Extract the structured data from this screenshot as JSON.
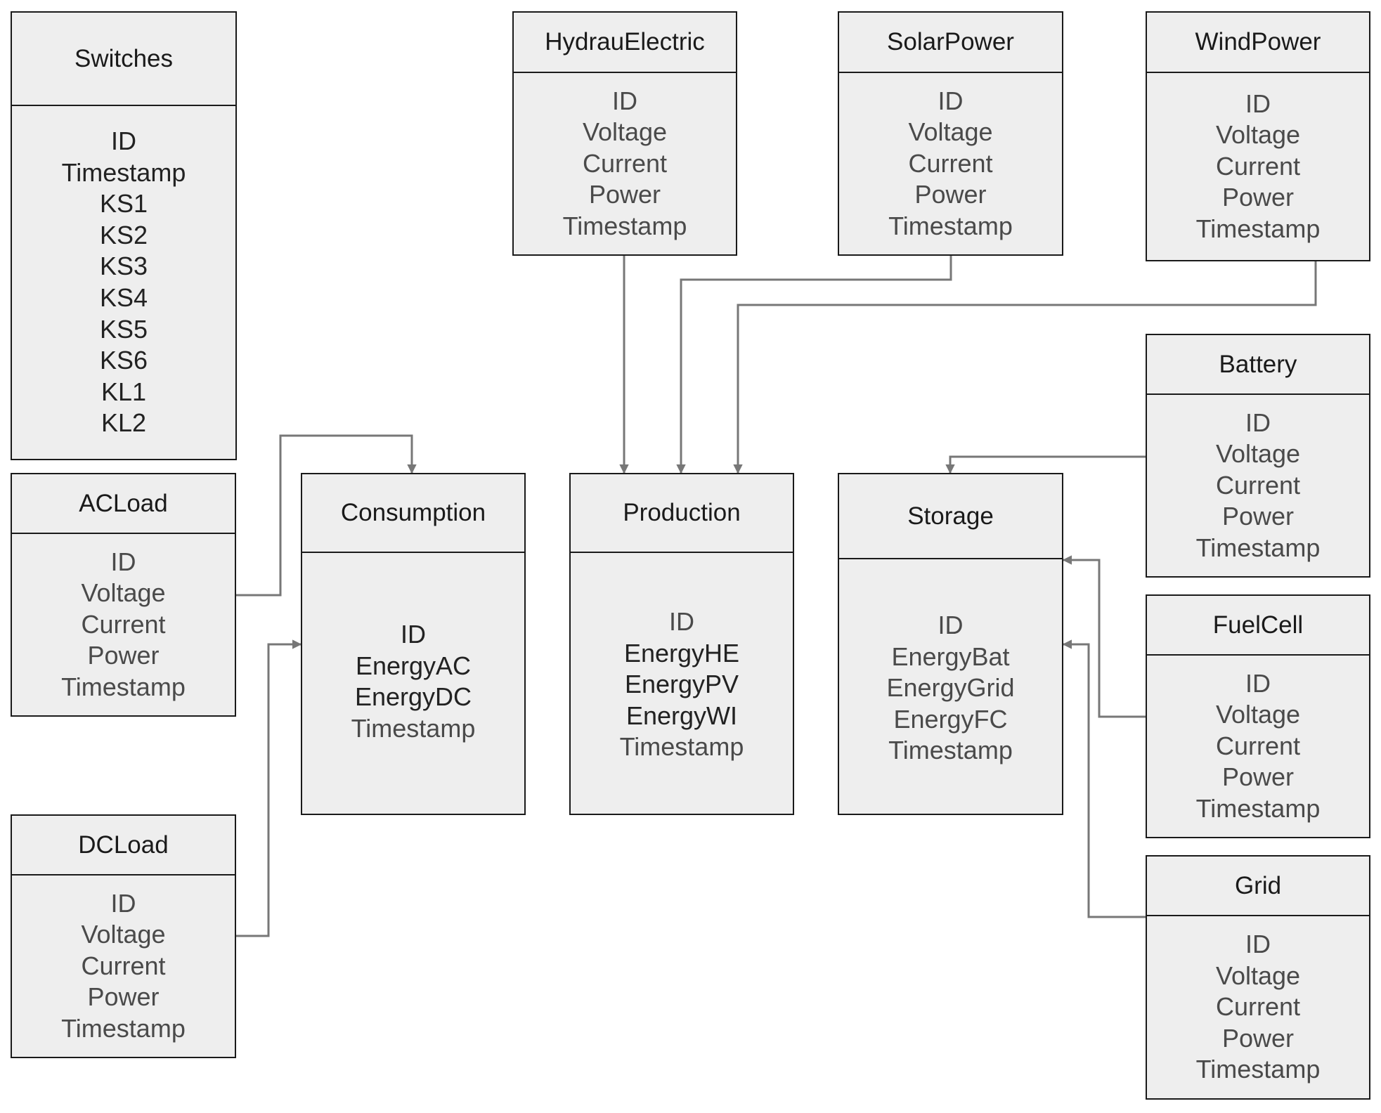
{
  "entities": {
    "switches": {
      "name": "Switches",
      "fields": [
        "ID",
        "Timestamp",
        "KS1",
        "KS2",
        "KS3",
        "KS4",
        "KS5",
        "KS6",
        "KL1",
        "KL2"
      ]
    },
    "hydraulelectric": {
      "name": "HydrauElectric",
      "fields": [
        "ID",
        "Voltage",
        "Current",
        "Power",
        "Timestamp"
      ]
    },
    "solarpower": {
      "name": "SolarPower",
      "fields": [
        "ID",
        "Voltage",
        "Current",
        "Power",
        "Timestamp"
      ]
    },
    "windpower": {
      "name": "WindPower",
      "fields": [
        "ID",
        "Voltage",
        "Current",
        "Power",
        "Timestamp"
      ]
    },
    "battery": {
      "name": "Battery",
      "fields": [
        "ID",
        "Voltage",
        "Current",
        "Power",
        "Timestamp"
      ]
    },
    "acload": {
      "name": "ACLoad",
      "fields": [
        "ID",
        "Voltage",
        "Current",
        "Power",
        "Timestamp"
      ]
    },
    "consumption": {
      "name": "Consumption",
      "fields": [
        "ID",
        "EnergyAC",
        "EnergyDC",
        "Timestamp"
      ]
    },
    "production": {
      "name": "Production",
      "fields": [
        "ID",
        "EnergyHE",
        "EnergyPV",
        "EnergyWI",
        "Timestamp"
      ]
    },
    "storage": {
      "name": "Storage",
      "fields": [
        "ID",
        "EnergyBat",
        "EnergyGrid",
        "EnergyFC",
        "Timestamp"
      ]
    },
    "fuelcell": {
      "name": "FuelCell",
      "fields": [
        "ID",
        "Voltage",
        "Current",
        "Power",
        "Timestamp"
      ]
    },
    "dcload": {
      "name": "DCLoad",
      "fields": [
        "ID",
        "Voltage",
        "Current",
        "Power",
        "Timestamp"
      ]
    },
    "grid": {
      "name": "Grid",
      "fields": [
        "ID",
        "Voltage",
        "Current",
        "Power",
        "Timestamp"
      ]
    }
  },
  "colors": {
    "box_fill": "#eeeeee",
    "box_border": "#1a1a1a",
    "connector": "#777777"
  }
}
